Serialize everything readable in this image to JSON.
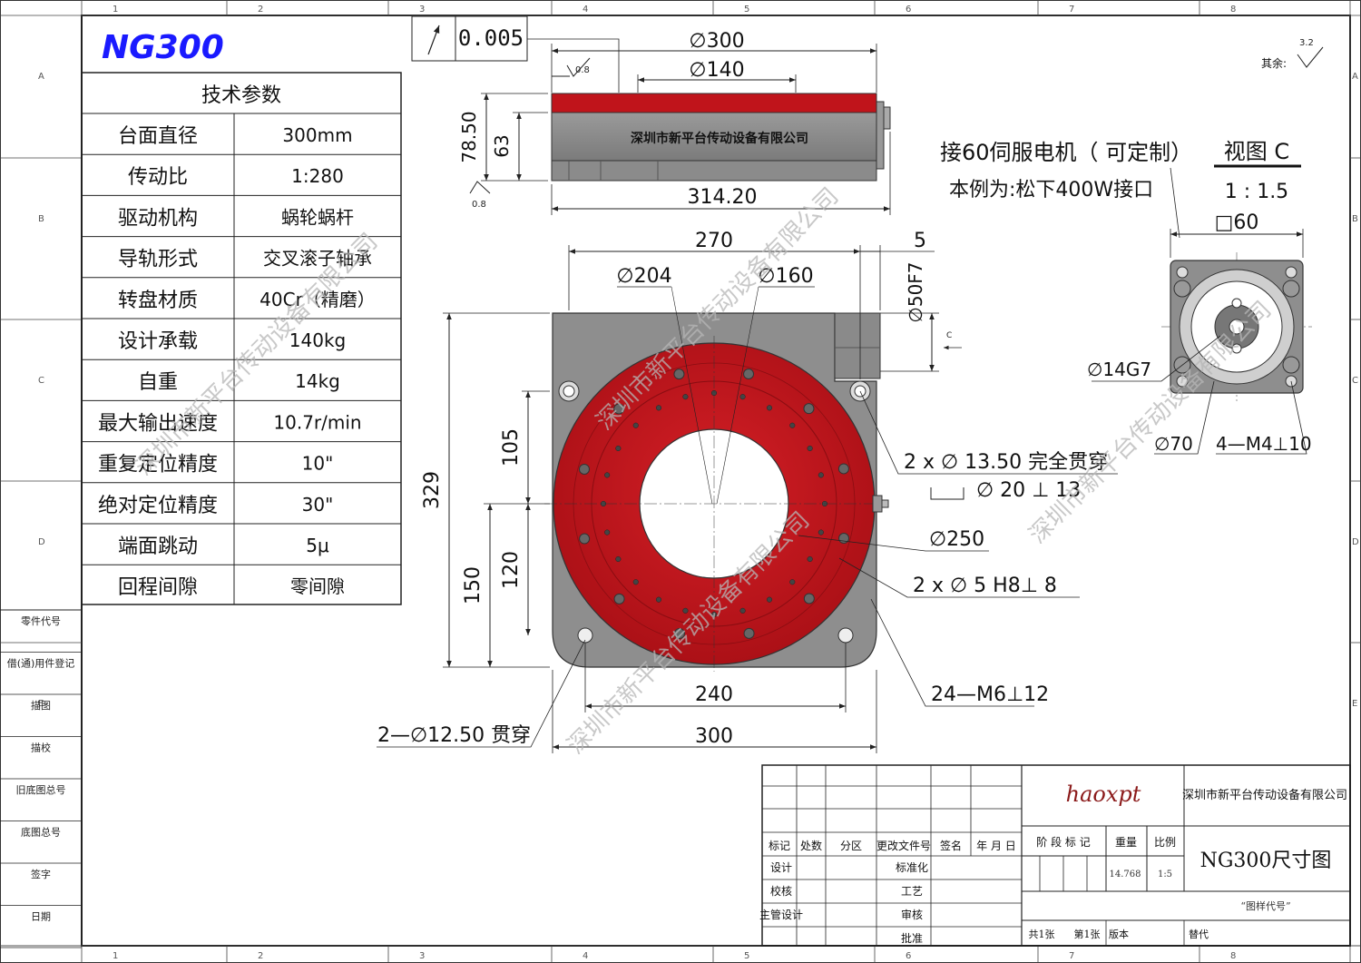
{
  "drawing": {
    "model": "NG300",
    "grid_cols": [
      "1",
      "2",
      "3",
      "4",
      "5",
      "6",
      "7",
      "8"
    ],
    "grid_rows": [
      "A",
      "B",
      "C",
      "D",
      "E"
    ],
    "surface_finish_note": "其余:",
    "surface_finish_value": "3.2",
    "watermark": "深圳市新平台传动设备有限公司",
    "watermark_brand": "深圳市新平台传动设备有限公司"
  },
  "specs": {
    "title": "技术参数",
    "rows": [
      {
        "label": "台面直径",
        "value": "300mm"
      },
      {
        "label": "传动比",
        "value": "1:280"
      },
      {
        "label": "驱动机构",
        "value": "蜗轮蜗杆"
      },
      {
        "label": "导轨形式",
        "value": "交叉滚子轴承"
      },
      {
        "label": "转盘材质",
        "value": "40Cr（精磨）"
      },
      {
        "label": "设计承载",
        "value": "140kg"
      },
      {
        "label": "自重",
        "value": "14kg"
      },
      {
        "label": "最大输出速度",
        "value": "10.7r/min"
      },
      {
        "label": "重复定位精度",
        "value": "10\""
      },
      {
        "label": "绝对定位精度",
        "value": "30\""
      },
      {
        "label": "端面跳动",
        "value": "5μ"
      },
      {
        "label": "回程间隙",
        "value": "零间隙"
      }
    ]
  },
  "side_labels": [
    "零件代号",
    "借(通)用件登记",
    "描图",
    "描校",
    "旧底图总号",
    "底图总号",
    "签字",
    "日期"
  ],
  "front_view": {
    "tolerance_value": "0.005",
    "finish_top": "0.8",
    "finish_bottom": "0.8",
    "dia_outer": "∅300",
    "dia_inner": "∅140",
    "height_total": "78.50",
    "height_body": "63",
    "width_total": "314.20"
  },
  "top_view": {
    "width_270": "270",
    "width_5": "5",
    "dia_204": "∅204",
    "dia_160": "∅160",
    "shaft_50F7": "∅50F7",
    "section_c": "C",
    "height_329": "329",
    "dim_105": "105",
    "dim_120": "120",
    "dim_150": "150",
    "width_240": "240",
    "width_300": "300",
    "note_through_13": "2 x  ∅  13.50 完全贯穿",
    "note_counterbore": "∅  20  ⊥ 13",
    "note_dia250": "∅250",
    "note_pin": "2 x  ∅  5 H8⊥  8",
    "note_m6": "24—M6⊥12",
    "note_through_12": "2—∅12.50 贯穿"
  },
  "motor_view": {
    "note_line1": "接60伺服电机（ 可定制）",
    "note_line2": "本例为:松下400W接口",
    "view_title": "视图 C",
    "view_scale": "1 : 1.5",
    "square": "□60",
    "dia_14g7": "∅14G7",
    "dia_70": "∅70",
    "m4": "4—M4⊥10"
  },
  "title_block": {
    "signature": "haoxpt",
    "company": "深圳市新平台传动设备有限公司",
    "drawing_name": "NG300尺寸图",
    "drawing_code": "“图样代号”",
    "headers": [
      "标记",
      "处数",
      "分区",
      "更改文件号",
      "签名",
      "年 月 日"
    ],
    "left_roles": [
      "设计",
      "校核",
      "主管设计"
    ],
    "mid_roles": [
      "标准化",
      "工艺",
      "审核",
      "批准"
    ],
    "stage_label": "阶 段 标 记",
    "weight_label": "重量",
    "scale_label": "比例",
    "weight_value": "14.768",
    "scale_value": "1:5",
    "sheets": "共1张",
    "sheet_no": "第1张",
    "version": "版本",
    "replace": "替代"
  },
  "colors": {
    "turntable_red": "#c0141b",
    "body_gray": "#8e8e8e",
    "dark_gray": "#6d6d6d",
    "line": "#222222",
    "title_blue": "#1a1aff",
    "signature_red": "#8b1a1a"
  }
}
